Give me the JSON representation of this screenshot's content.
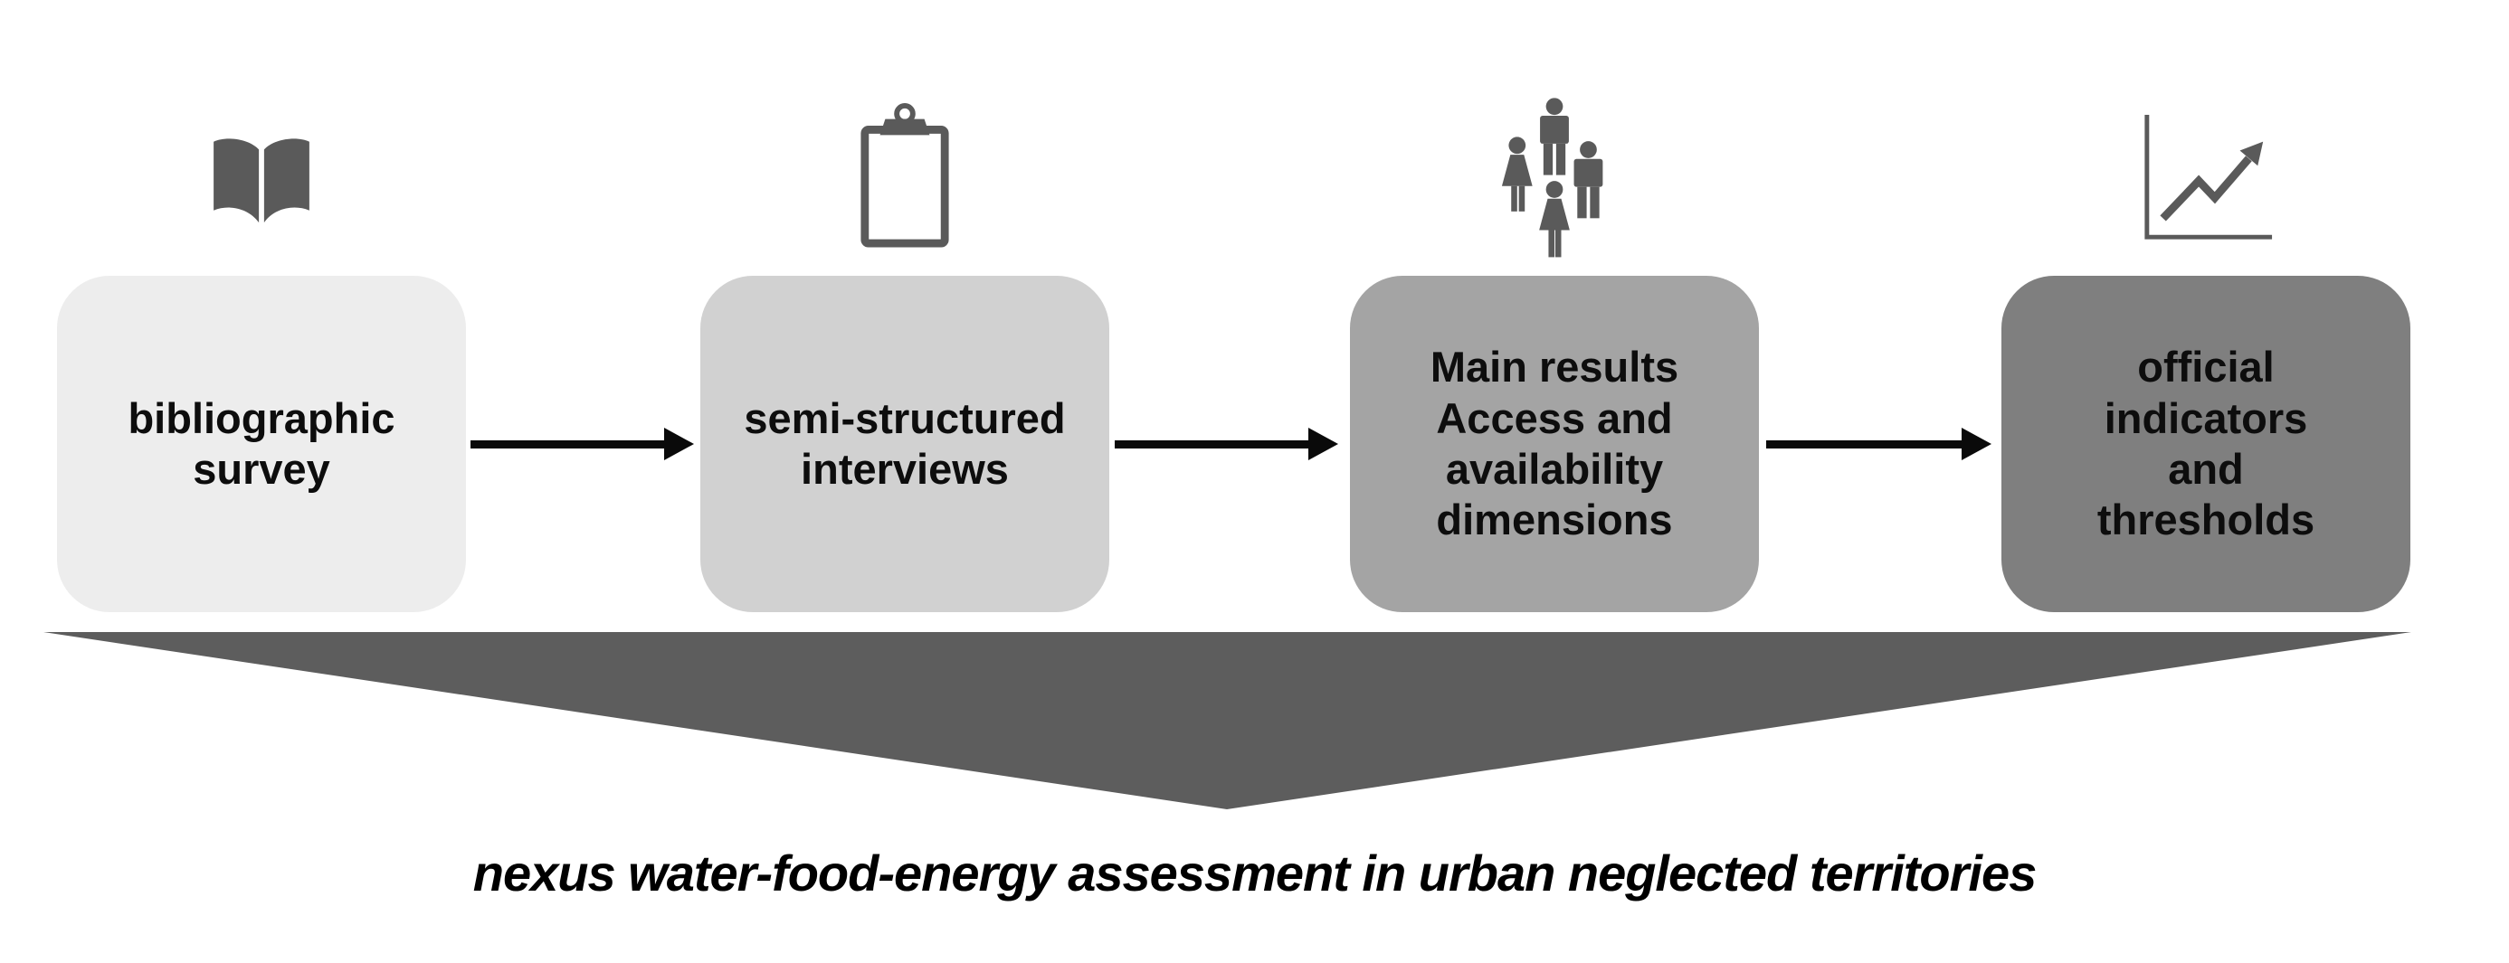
{
  "diagram": {
    "steps": [
      {
        "label": "bibliographic\nsurvey",
        "icon": "open-book-icon",
        "fill": "#ededed"
      },
      {
        "label": "semi-structured\ninterviews",
        "icon": "clipboard-icon",
        "fill": "#d1d1d1"
      },
      {
        "label": "Main results\nAccess and\navailability\ndimensions",
        "icon": "people-group-icon",
        "fill": "#a4a4a4"
      },
      {
        "label": "official\nindicators\nand\nthresholds",
        "icon": "line-chart-icon",
        "fill": "#7f7f7f"
      }
    ],
    "icon_color": "#5a5a5a",
    "arrow_color": "#0a0a0a",
    "funnel_color": "#5d5d5d",
    "caption": "nexus water-food-energy assessment in urban neglected territories"
  }
}
